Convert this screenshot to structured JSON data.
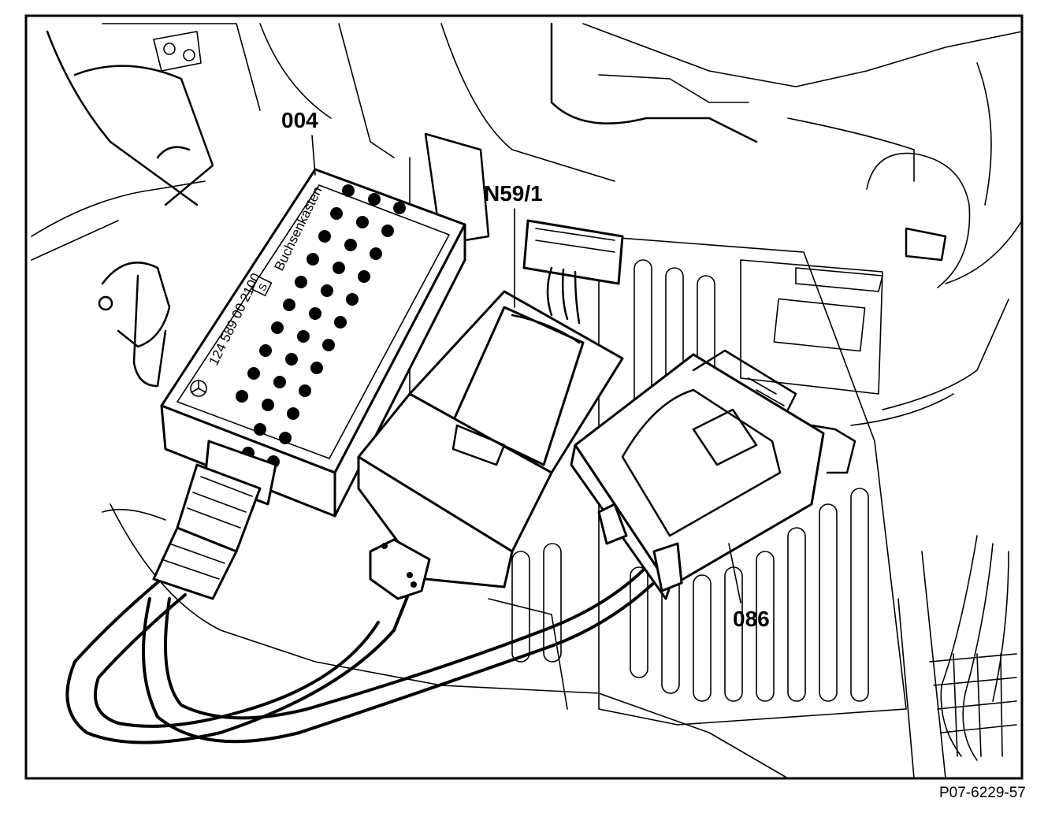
{
  "callouts": {
    "socket_box": "004",
    "control_unit": "N59/1",
    "adapter": "086"
  },
  "socket_box_label": {
    "part_number": "124 589 00 2100",
    "name": "Buchsenkasten",
    "badge": "S"
  },
  "figure_ref": "P07-6229-57"
}
